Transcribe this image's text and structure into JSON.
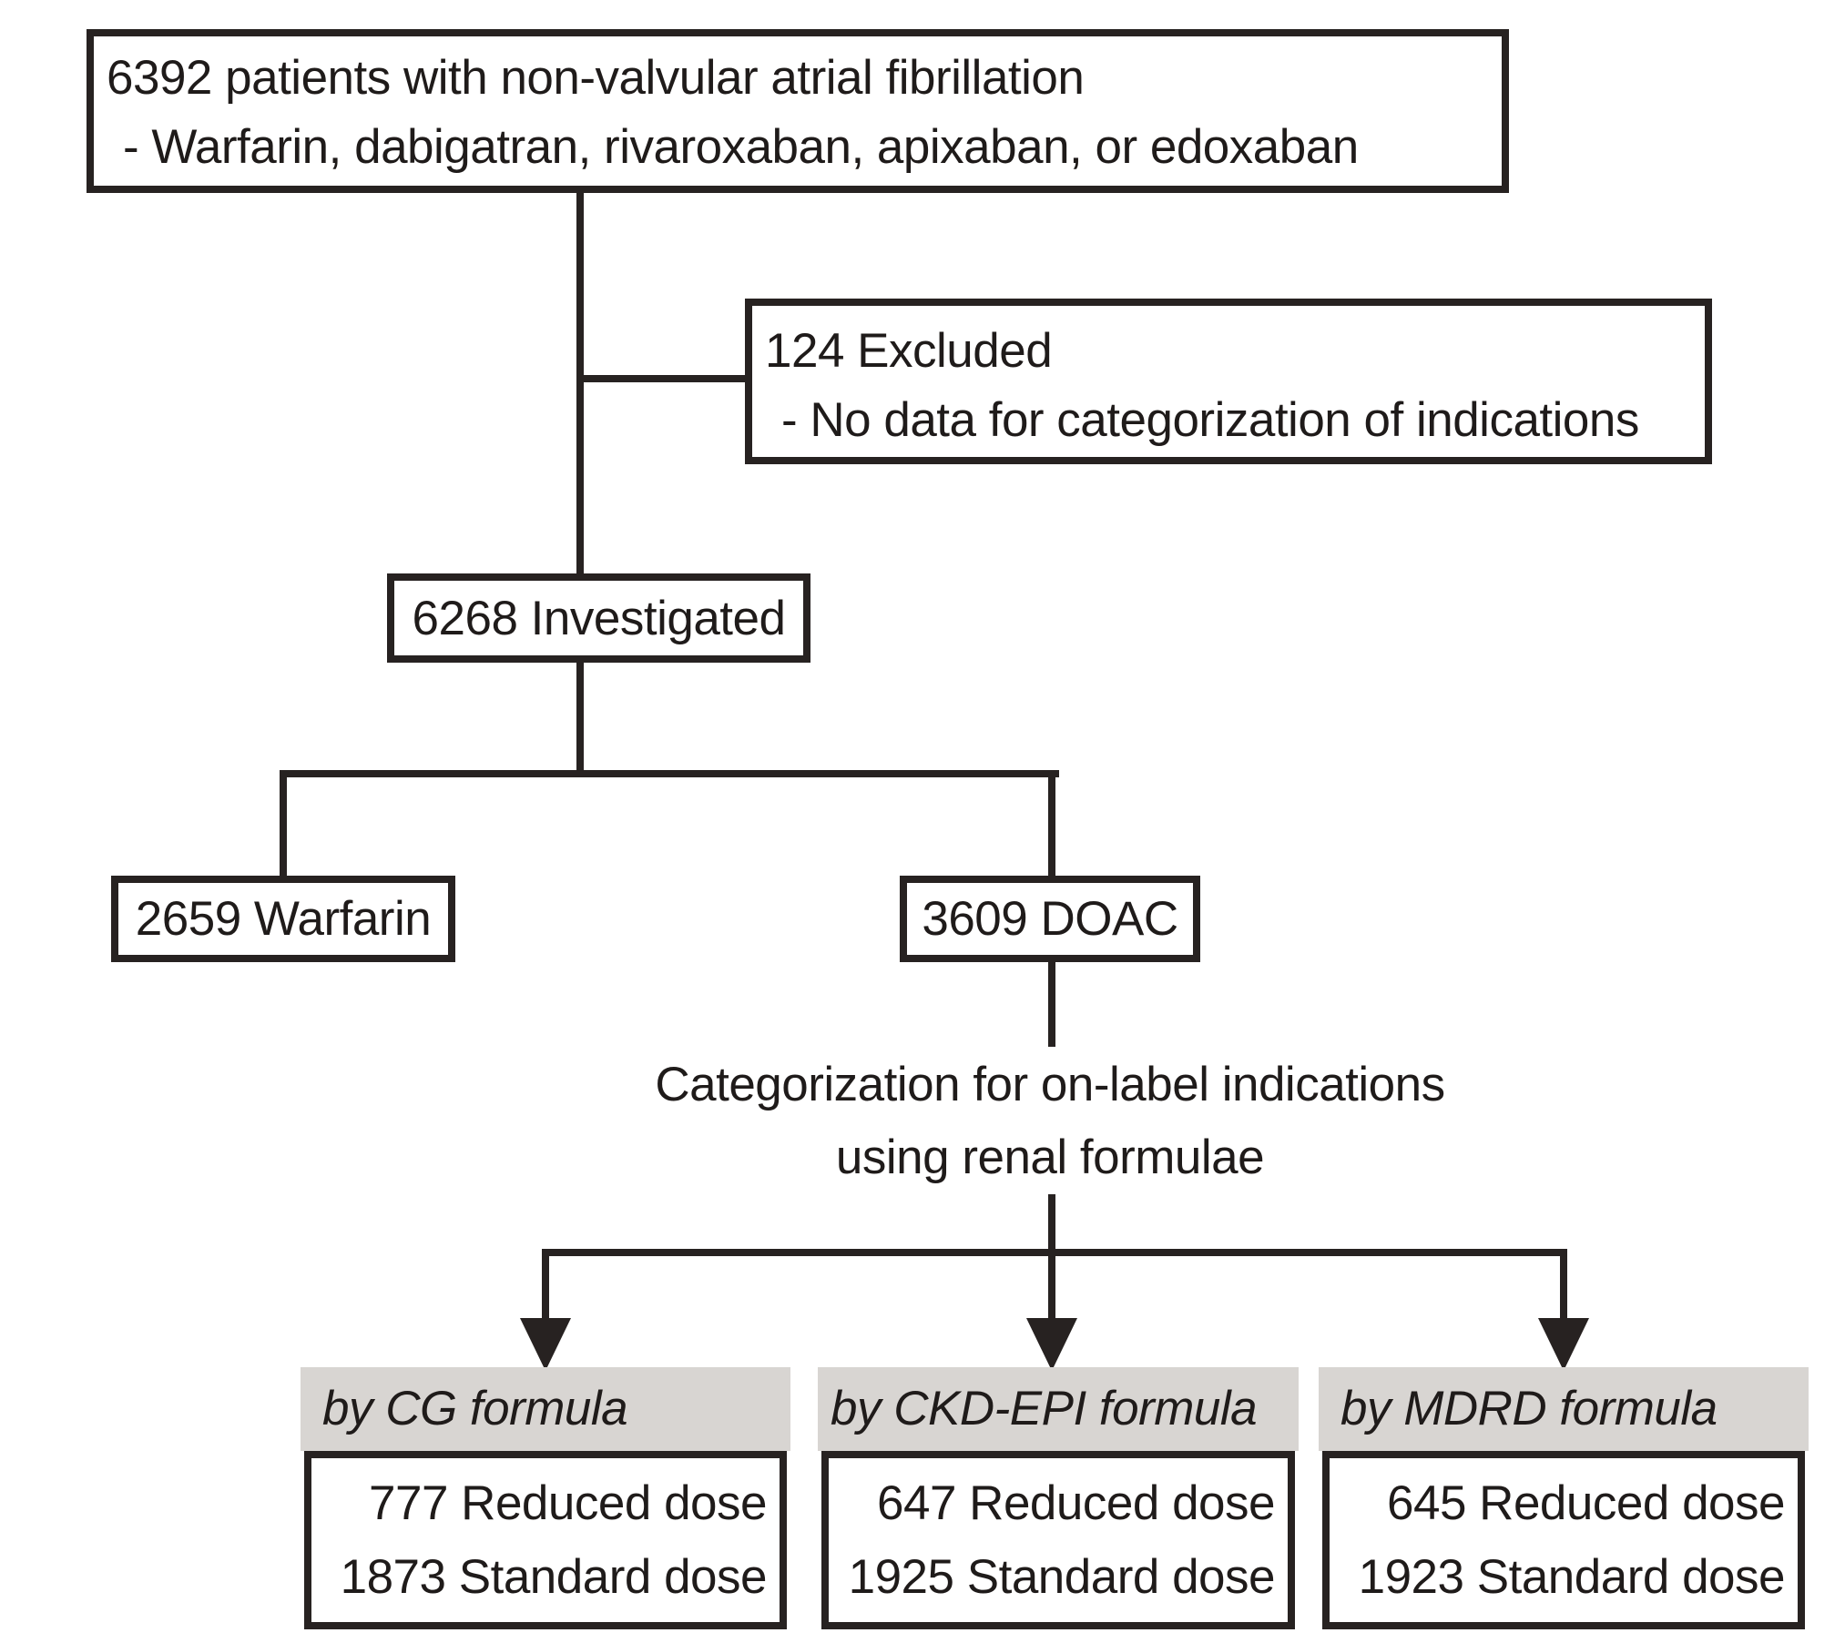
{
  "flowchart": {
    "top_box": {
      "line1": "6392 patients with non-valvular atrial fibrillation",
      "line2": "- Warfarin, dabigatran, rivaroxaban, apixaban, or edoxaban"
    },
    "excluded_box": {
      "line1": "124 Excluded",
      "line2": "- No data for categorization of indications"
    },
    "investigated_box": {
      "label": "6268 Investigated"
    },
    "warfarin_box": {
      "label": "2659 Warfarin"
    },
    "doac_box": {
      "label": "3609 DOAC"
    },
    "categorization_note": {
      "line1": "Categorization for on-label indications",
      "line2": "using renal formulae"
    },
    "columns": [
      {
        "header": "by CG formula",
        "reduced": "777 Reduced dose",
        "standard": "1873 Standard dose"
      },
      {
        "header": "by CKD-EPI formula",
        "reduced": "647 Reduced dose",
        "standard": "1925 Standard dose"
      },
      {
        "header": "by MDRD formula",
        "reduced": "645 Reduced dose",
        "standard": "1923 Standard dose"
      }
    ],
    "colors": {
      "line": "#272221",
      "header_bg": "#d8d5d2",
      "text": "#1f1b1a",
      "background": "#ffffff"
    }
  }
}
